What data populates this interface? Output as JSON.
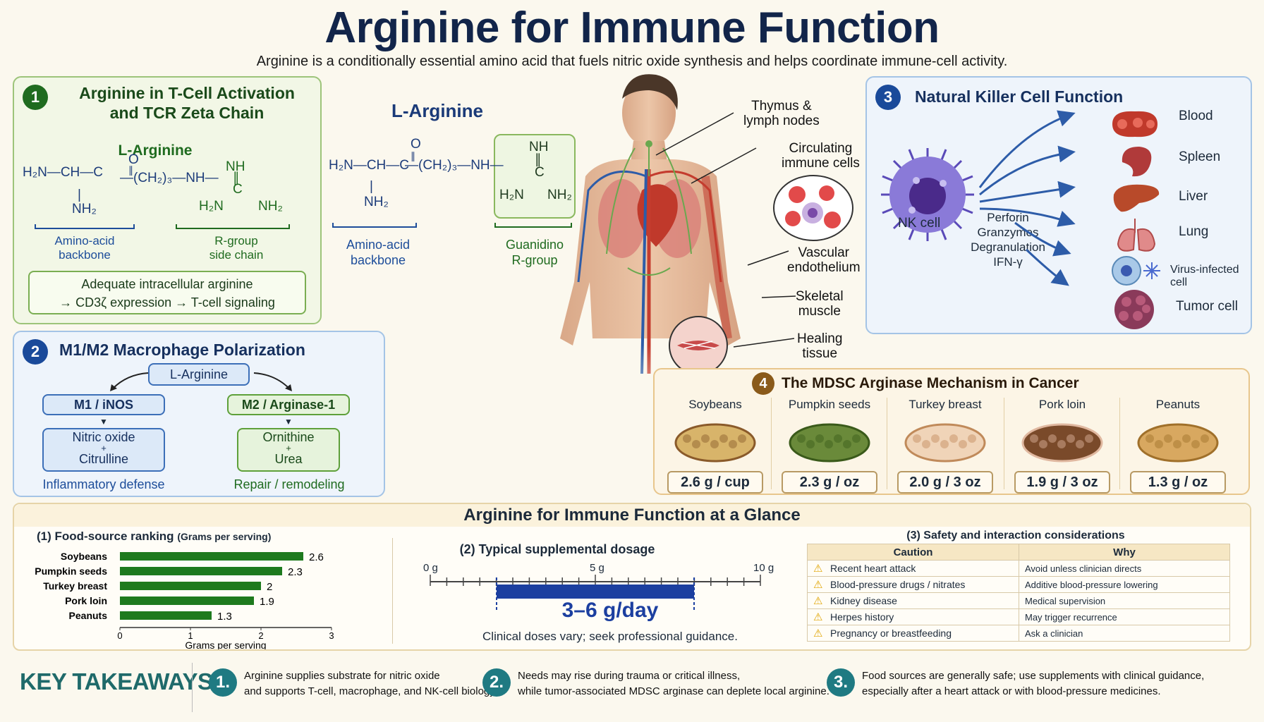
{
  "header": {
    "title": "Arginine for Immune Function",
    "subtitle": "Arginine is a conditionally essential amino acid that fuels nitric oxide synthesis and helps coordinate immune-cell activity."
  },
  "panel1": {
    "number": "1",
    "title_line1": "Arginine in T-Cell Activation",
    "title_line2": "and TCR Zeta Chain",
    "molecule_name": "L-Arginine",
    "backbone_label_1": "Amino-acid",
    "backbone_label_2": "backbone",
    "rgroup_label_1": "R-group",
    "rgroup_label_2": "side chain",
    "note_line1": "Adequate intracellular arginine",
    "note_line2": "→ CD3ζ expression → T-cell signaling"
  },
  "center_molecule": {
    "name": "L-Arginine",
    "backbone_label_1": "Amino-acid",
    "backbone_label_2": "backbone",
    "group_label_1": "Guanidino",
    "group_label_2": "R-group"
  },
  "panel2": {
    "number": "2",
    "title": "M1/M2 Macrophage Polarization",
    "root": "L-Arginine",
    "m1": "M1 / iNOS",
    "m2": "M2 / Arginase-1",
    "m1_product_1": "Nitric oxide",
    "m1_product_plus": "+",
    "m1_product_2": "Citrulline",
    "m2_product_1": "Ornithine",
    "m2_product_plus": "+",
    "m2_product_2": "Urea",
    "m1_caption": "Inflammatory defense",
    "m2_caption": "Repair / remodeling"
  },
  "body_labels": {
    "thymus": "Thymus &",
    "thymus2": "lymph nodes",
    "circ": "Circulating",
    "circ2": "immune cells",
    "vasc": "Vascular",
    "vasc2": "endothelium",
    "skel": "Skeletal",
    "skel2": "muscle",
    "heal": "Healing",
    "heal2": "tissue"
  },
  "panel3": {
    "number": "3",
    "title": "Natural Killer Cell Function",
    "cell": "NK cell",
    "mechanisms": [
      "Perforin",
      "Granzymes",
      "Degranulation",
      "IFN-γ"
    ],
    "targets": [
      "Blood",
      "Spleen",
      "Liver",
      "Lung",
      "Virus-infected cell",
      "Tumor cell"
    ]
  },
  "panel4": {
    "number": "4",
    "title": "The MDSC Arginase Mechanism in Cancer",
    "foods": [
      {
        "name": "Soybeans",
        "value": "2.6 g / cup"
      },
      {
        "name": "Pumpkin seeds",
        "value": "2.3 g / oz"
      },
      {
        "name": "Turkey breast",
        "value": "2.0 g / 3 oz"
      },
      {
        "name": "Pork loin",
        "value": "1.9 g / 3 oz"
      },
      {
        "name": "Peanuts",
        "value": "1.3 g / oz"
      }
    ]
  },
  "glance": {
    "title": "Arginine for Immune Function at a Glance",
    "ranking_title": "(1) Food-source ranking",
    "ranking_sub": "(Grams per serving)",
    "dosage_title": "(2) Typical supplemental dosage",
    "dosage_ticks": [
      "0 g",
      "5 g",
      "10 g"
    ],
    "dosage_value": "3–6 g/day",
    "dosage_note": "Clinical doses vary; seek professional guidance.",
    "safety_title": "(3) Safety and interaction considerations",
    "safety_headers": [
      "Caution",
      "Why"
    ],
    "safety_rows": [
      {
        "caution": "Recent heart attack",
        "why": "Avoid unless clinician directs"
      },
      {
        "caution": "Blood-pressure drugs / nitrates",
        "why": "Additive blood-pressure lowering"
      },
      {
        "caution": "Kidney disease",
        "why": "Medical supervision"
      },
      {
        "caution": "Herpes history",
        "why": "May trigger recurrence"
      },
      {
        "caution": "Pregnancy or breastfeeding",
        "why": "Ask a clinician"
      }
    ]
  },
  "chart_data": {
    "type": "bar",
    "orientation": "horizontal",
    "categories": [
      "Soybeans",
      "Pumpkin seeds",
      "Turkey breast",
      "Pork loin",
      "Peanuts"
    ],
    "values": [
      2.6,
      2.3,
      2.0,
      1.9,
      1.3
    ],
    "xlabel": "Grams per serving",
    "xticks": [
      "0",
      "1",
      "2",
      "3"
    ],
    "xlim": [
      0,
      3
    ],
    "color": "#1e7a1e"
  },
  "takeaways": {
    "heading": "KEY TAKEAWAYS",
    "items": [
      {
        "num": "1.",
        "line1": "Arginine supplies substrate for nitric oxide",
        "line2": "and supports T-cell, macrophage, and NK-cell biology."
      },
      {
        "num": "2.",
        "line1": "Needs may rise during trauma or critical illness,",
        "line2": "while tumor-associated MDSC arginase can deplete local arginine."
      },
      {
        "num": "3.",
        "line1": "Food sources are generally safe; use supplements with clinical guidance,",
        "line2": "especially after a heart attack or with blood-pressure medicines."
      }
    ]
  },
  "colors": {
    "navy": "#12254a",
    "green": "#1f6b1f",
    "blue": "#1d4d9a",
    "accent_bar": "#1e7a1e",
    "dose_bar": "#1c3fa0"
  }
}
